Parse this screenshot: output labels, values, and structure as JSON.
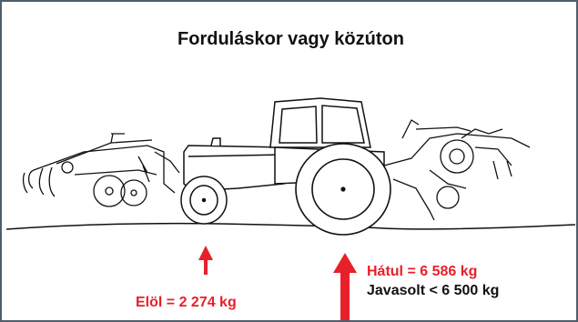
{
  "title": "Forduláskor vagy közúton",
  "loads": {
    "front": "Elöl = 2 274 kg",
    "rear": "Hátul = 6 586 kg",
    "recommended": "Javasolt < 6 500 kg"
  },
  "colors": {
    "frame": "#4f5e69",
    "accent": "#e8202a",
    "ink": "#111111"
  }
}
